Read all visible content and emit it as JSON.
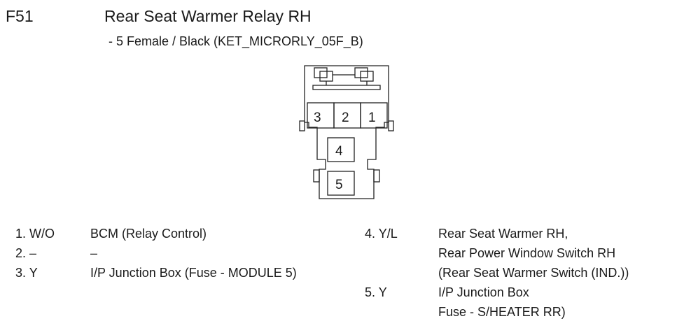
{
  "header": {
    "code": "F51",
    "title": "Rear Seat Warmer Relay RH",
    "subtitle": "- 5 Female / Black (KET_MICRORLY_05F_B)"
  },
  "connector": {
    "pin_numbers": [
      "3",
      "2",
      "1",
      "4",
      "5"
    ]
  },
  "pins_left": [
    {
      "num": "1. W/O",
      "desc": "BCM  (Relay Control)"
    },
    {
      "num": "2. –",
      "desc": "–"
    },
    {
      "num": "3. Y",
      "desc": "I/P Junction Box (Fuse - MODULE 5)"
    }
  ],
  "pins_right": [
    {
      "num": "4. Y/L",
      "desc": [
        "Rear Seat Warmer RH,",
        "Rear Power Window Switch RH",
        "(Rear Seat Warmer Switch (IND.))"
      ]
    },
    {
      "num": "5. Y",
      "desc": [
        "I/P Junction Box",
        "Fuse - S/HEATER RR)"
      ]
    }
  ]
}
